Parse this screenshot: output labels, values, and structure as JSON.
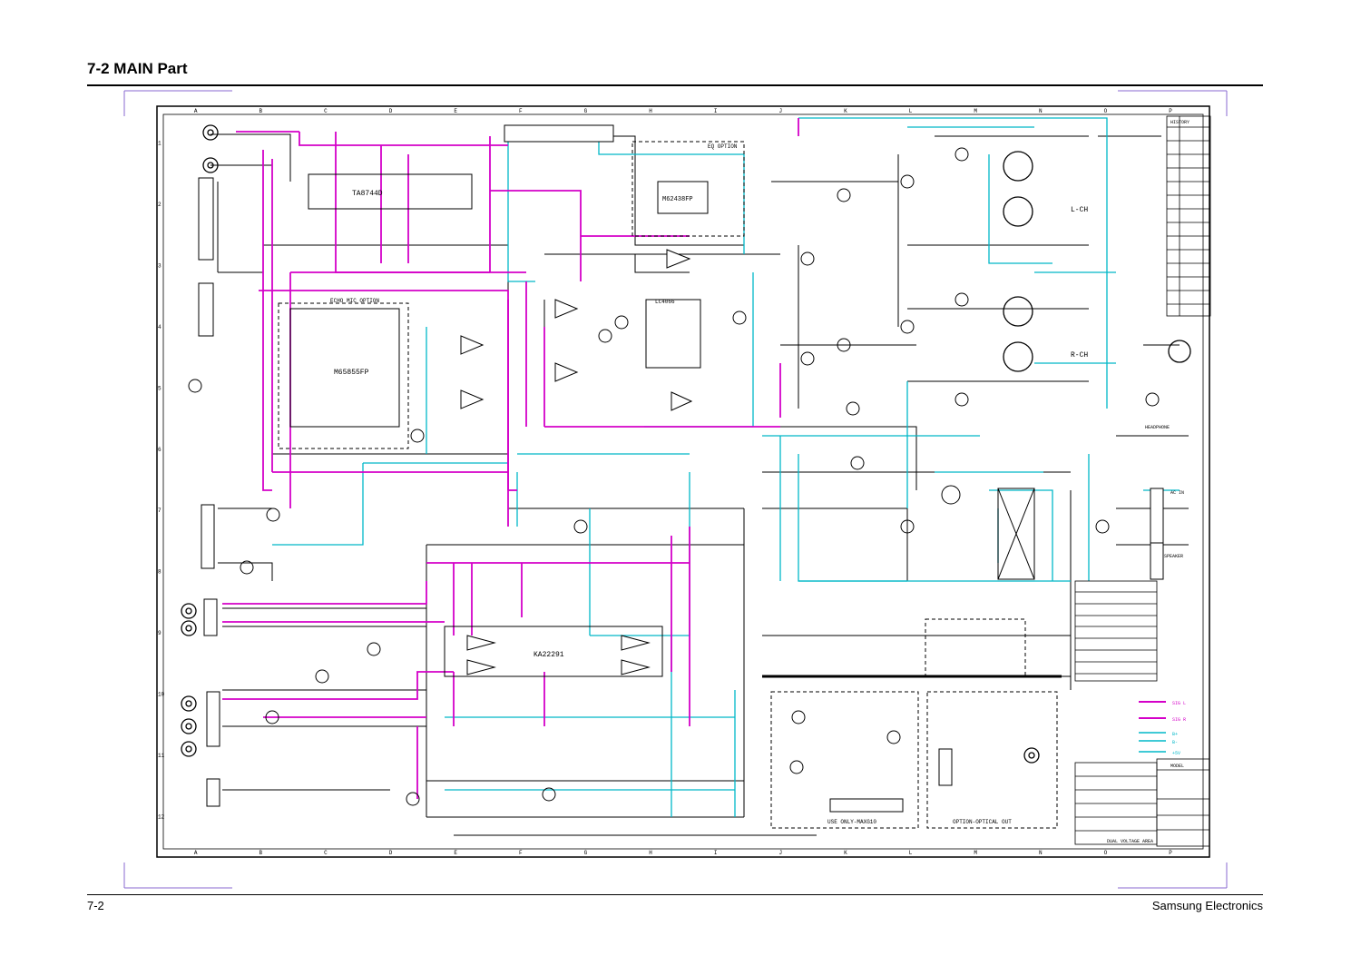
{
  "header": {
    "title": "7-2 MAIN Part"
  },
  "footer": {
    "page_number": "7-2",
    "brand": "Samsung Electronics"
  },
  "grid": {
    "columns": [
      "A",
      "B",
      "C",
      "D",
      "E",
      "F",
      "G",
      "H",
      "I",
      "J",
      "K",
      "L",
      "M",
      "N",
      "O",
      "P"
    ],
    "rows": [
      "1",
      "2",
      "3",
      "4",
      "5",
      "6",
      "7",
      "8",
      "9",
      "10",
      "11",
      "12"
    ]
  },
  "ics": {
    "tuner_ic": "TA8744D",
    "echo_ic": "M65855FP",
    "eq_ic": "M62438FP",
    "switch_ic": "LC4066",
    "amp_ic": "KA22291"
  },
  "labels": {
    "eq_option": "EQ OPTION",
    "echo_mic_option": "ECHO MIC OPTION",
    "use_only": "USE ONLY-MAXG10",
    "optical_out": "OPTION-OPTICAL OUT",
    "l_ch": "L-CH",
    "r_ch": "R-CH",
    "headphone": "HEADPHONE",
    "speaker": "SPEAKER",
    "dual_voltage": "DUAL VOLTAGE AREA",
    "history": "HISTORY",
    "model": "MODEL",
    "ac_in": "AC IN"
  },
  "legend": {
    "items": [
      "SIG L",
      "SIG R",
      "B+",
      "B-",
      "+5V"
    ],
    "colors": {
      "magenta": "#d400c8",
      "cyan": "#00b8c8",
      "black": "#000000"
    }
  }
}
